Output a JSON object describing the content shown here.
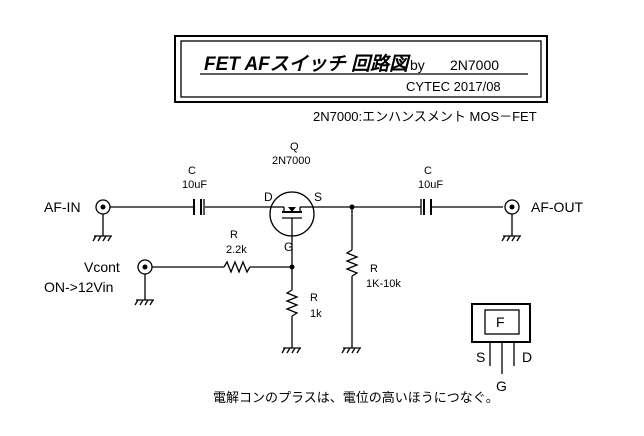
{
  "title": {
    "main": "FET AFスイッチ 回路図",
    "by": "by",
    "part": "2N7000",
    "credit": "CYTEC 2017/08"
  },
  "note_fet": "2N7000:エンハンスメント MOS－FET",
  "q": {
    "ref": "Q",
    "part": "2N7000",
    "d": "D",
    "s": "S",
    "g": "G"
  },
  "c_in": {
    "ref": "C",
    "value": "10uF"
  },
  "c_out": {
    "ref": "C",
    "value": "10uF"
  },
  "r_gate": {
    "ref": "R",
    "value": "2.2k"
  },
  "r_pulldown": {
    "ref": "R",
    "value": "1k"
  },
  "r_load": {
    "ref": "R",
    "value": "1K-10k"
  },
  "af_in": "AF-IN",
  "af_out": "AF-OUT",
  "vcont": "Vcont",
  "vcont_level": "ON->12Vin",
  "pinout": {
    "f": "F",
    "s": "S",
    "d": "D",
    "g": "G"
  },
  "footer_note": "電解コンのプラスは、電位の高いほうにつなぐ。"
}
